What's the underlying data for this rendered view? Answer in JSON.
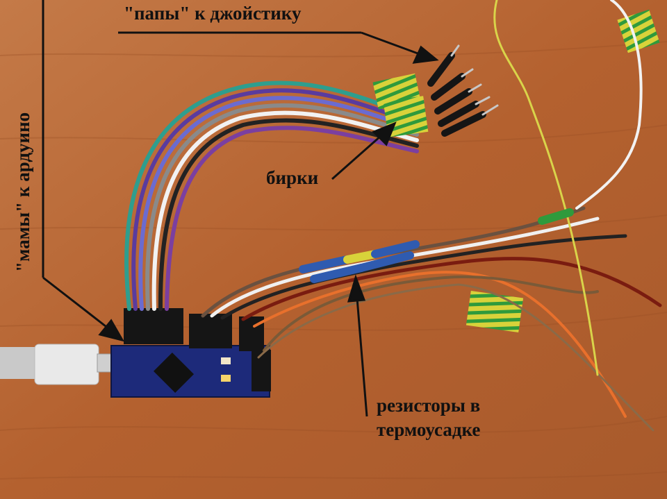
{
  "captions": {
    "papy": "\"папы\" к джойстику",
    "mamy": "\"мамы\" к ардуино",
    "birki": "бирки",
    "rezistory_line1": "резисторы в",
    "rezistory_line2": "термоусадке"
  },
  "colors": {
    "table": "#b8683a",
    "board": "#1d2a7a",
    "tag_yellow": "#d8d23a",
    "tag_green": "#2f9a3c"
  }
}
